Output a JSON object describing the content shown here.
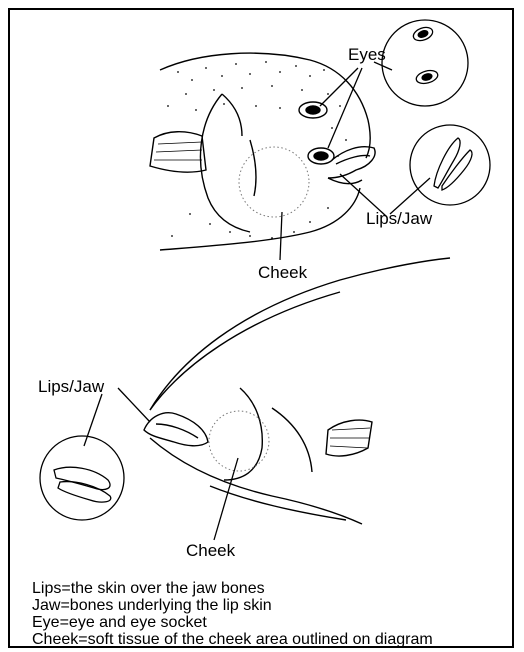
{
  "labels": {
    "eyes_top": "Eyes",
    "lips_jaw_top": "Lips/Jaw",
    "cheek_top": "Cheek",
    "lips_jaw_bottom": "Lips/Jaw",
    "cheek_bottom": "Cheek"
  },
  "legend": [
    "Lips=the skin over the jaw bones",
    "Jaw=bones underlying the lip skin",
    "Eye=eye and eye socket",
    "Cheek=soft tissue of the cheek area outlined on diagram"
  ],
  "colors": {
    "ink": "#000000",
    "paper": "#ffffff",
    "outline_dotted": "#777777"
  }
}
